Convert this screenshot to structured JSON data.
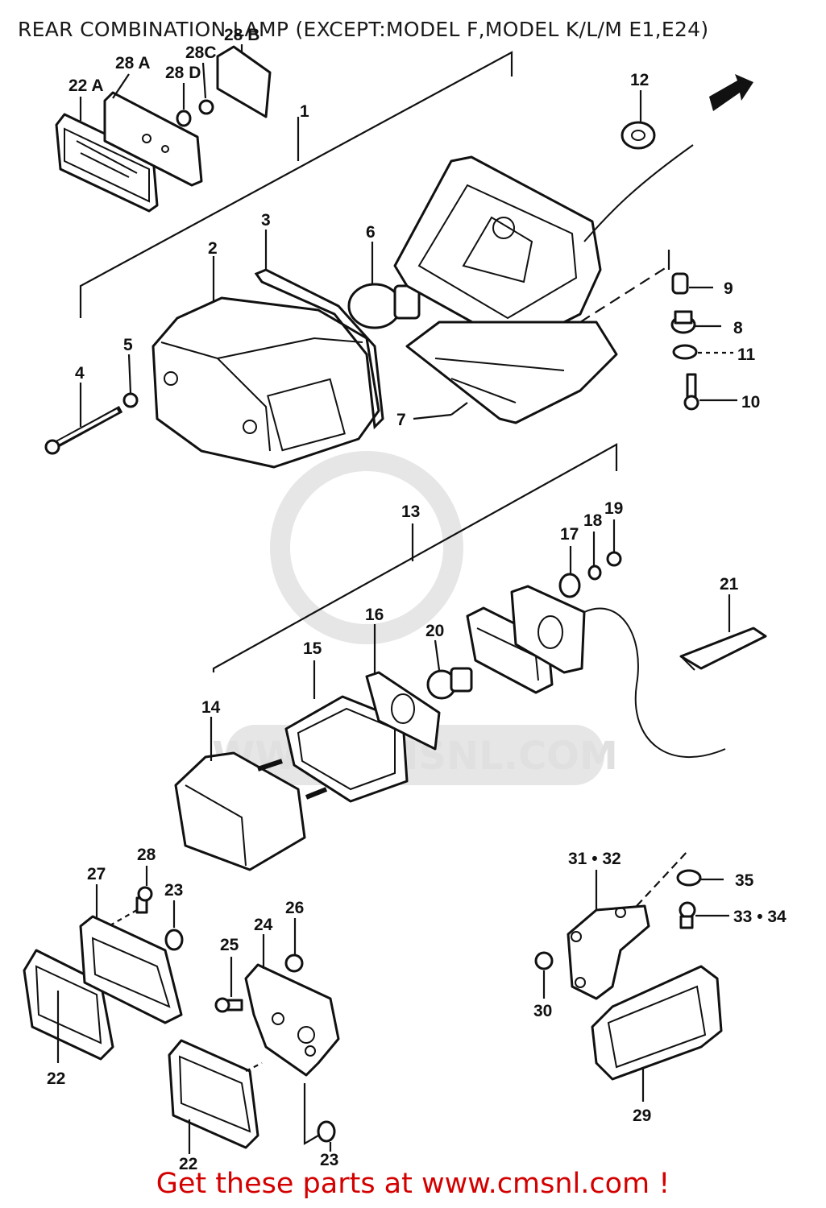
{
  "title": "REAR COMBINATION LAMP (EXCEPT:MODEL F,MODEL K/L/M E1,E24)",
  "watermark": "WWW.CMSNL.COM",
  "footer": "Get these parts at www.cmsnl.com !",
  "callouts": {
    "c1": "1",
    "c2": "2",
    "c3": "3",
    "c4": "4",
    "c5": "5",
    "c6": "6",
    "c7": "7",
    "c8": "8",
    "c9": "9",
    "c10": "10",
    "c11": "11",
    "c12": "12",
    "c13": "13",
    "c14": "14",
    "c15": "15",
    "c16": "16",
    "c17": "17",
    "c18": "18",
    "c19": "19",
    "c20": "20",
    "c21": "21",
    "c22a": "22 A",
    "c22_left": "22",
    "c22_bottom": "22",
    "c23_upper": "23",
    "c23_lower": "23",
    "c24": "24",
    "c25": "25",
    "c26": "26",
    "c27": "27",
    "c28": "28",
    "c28a": "28 A",
    "c28b": "28 B",
    "c28c": "28C",
    "c28d": "28 D",
    "c29": "29",
    "c30": "30",
    "c3132": "31 • 32",
    "c3334": "33 • 34",
    "c35": "35"
  }
}
